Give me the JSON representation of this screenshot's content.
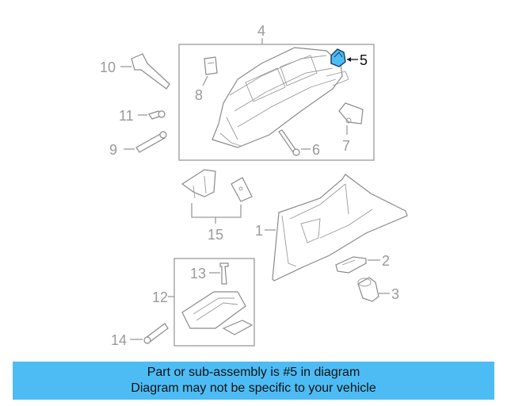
{
  "callouts": {
    "c1": "1",
    "c2": "2",
    "c3": "3",
    "c4": "4",
    "c5": "5",
    "c6": "6",
    "c7": "7",
    "c8": "8",
    "c9": "9",
    "c10": "10",
    "c11": "11",
    "c12": "12",
    "c13": "13",
    "c14": "14",
    "c15": "15"
  },
  "highlight": {
    "part": "5",
    "color": "#4dbcf5"
  },
  "caption": {
    "line1": "Part or sub-assembly is #5 in diagram",
    "line2": "Diagram may not be specific to your vehicle",
    "background": "#4dbcf5"
  }
}
